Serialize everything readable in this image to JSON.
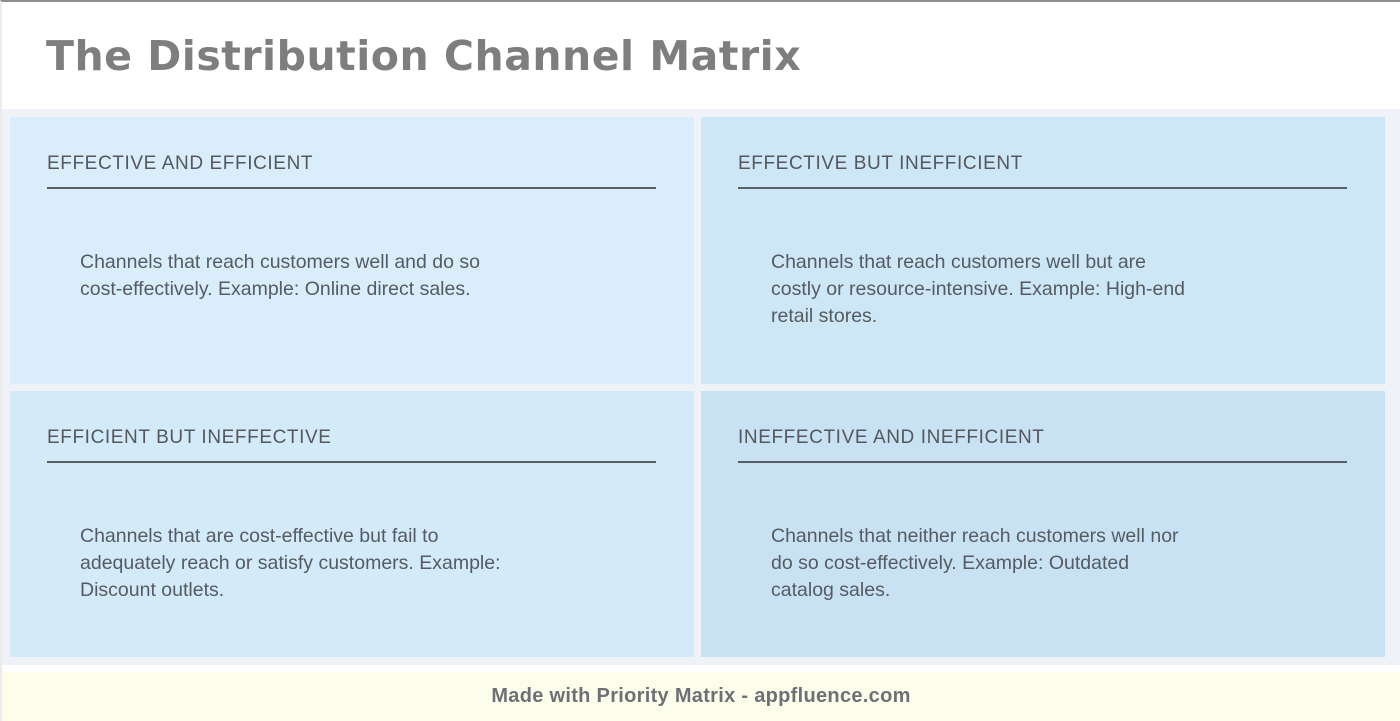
{
  "page": {
    "title": "The Distribution Channel Matrix",
    "footer_credit": "Made with Priority Matrix - appfluence.com"
  },
  "quadrants": [
    {
      "position": "top-left",
      "title": "EFFECTIVE AND EFFICIENT",
      "body_lines": [
        "Channels that reach customers well and do so",
        "cost-effectively. Example: Online direct sales."
      ],
      "bg": "#d9eefa"
    },
    {
      "position": "top-right",
      "title": "EFFECTIVE BUT INEFFICIENT",
      "body_lines": [
        "Channels that reach customers well but are",
        "costly or resource-intensive. Example: High-end",
        "retail stores."
      ],
      "bg": "#cde7f6"
    },
    {
      "position": "bottom-left",
      "title": "EFFICIENT BUT INEFFECTIVE",
      "body_lines": [
        "Channels that are cost-effective but fail to",
        "adequately reach or satisfy customers. Example:",
        "Discount outlets."
      ],
      "bg": "#d3eaf8"
    },
    {
      "position": "bottom-right",
      "title": "INEFFECTIVE AND INEFFICIENT",
      "body_lines": [
        "Channels that neither reach customers well nor",
        "do so cost-effectively. Example: Outdated",
        "catalog sales."
      ],
      "bg": "#c9e2f3"
    }
  ],
  "colors": {
    "title_text": "#7e7e7e",
    "quadrant_title_text": "#54585d",
    "quadrant_body_text": "#555b62",
    "quadrant_rule": "#5a5f63",
    "grid_gap_bg": "#eff3f7",
    "footer_bg": "#fdfdec",
    "footer_text": "#6d7175",
    "top_border": "#8e8e8e"
  }
}
